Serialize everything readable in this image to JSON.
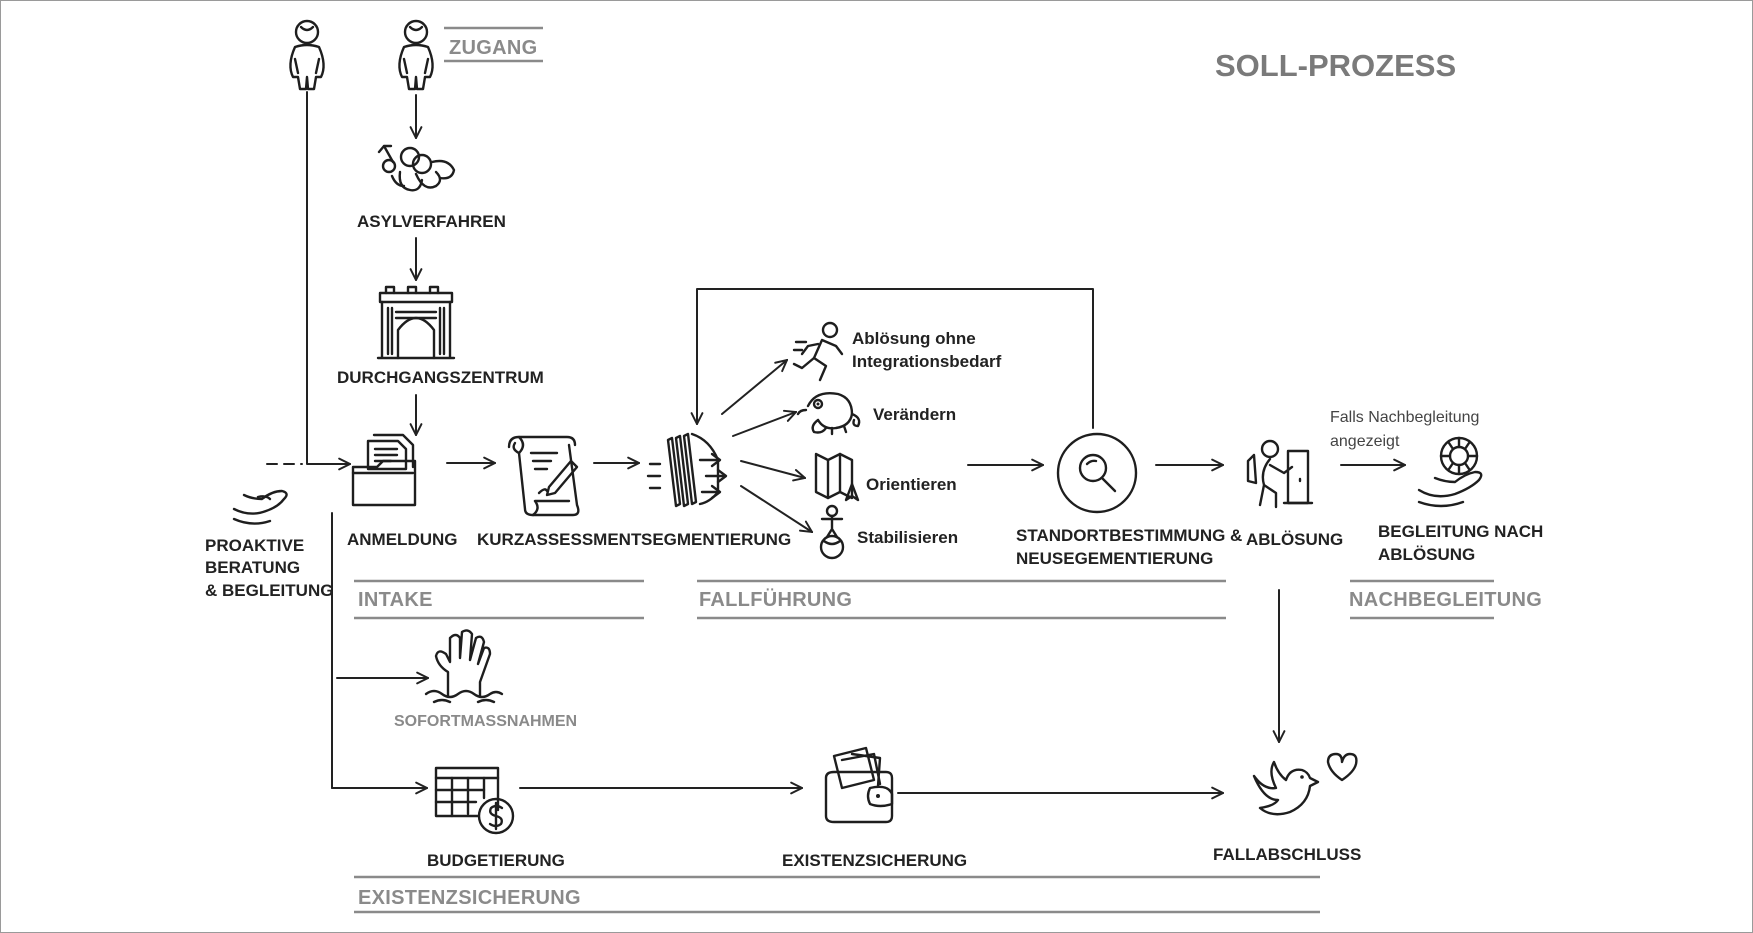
{
  "title": "SOLL-PROZESS",
  "phases": {
    "zugang": "ZUGANG",
    "intake": "INTAKE",
    "fallfuehrung": "FALLFÜHRUNG",
    "nachbegleitung": "NACHBEGLEITUNG",
    "existenzsicherung": "EXISTENZSICHERUNG"
  },
  "nodes": {
    "asylverfahren": "ASYLVERFAHREN",
    "durchgangszentrum": "DURCHGANGSZENTRUM",
    "proaktive": [
      "PROAKTIVE",
      "BERATUNG",
      "& BEGLEITUNG"
    ],
    "anmeldung": "ANMELDUNG",
    "kurzassessment": "KURZASSESSMENT",
    "segmentierung": "SEGMENTIERUNG",
    "abloesung_ohne": [
      "Ablösung ohne",
      "Integrationsbedarf"
    ],
    "veraendern": "Verändern",
    "orientieren": "Orientieren",
    "stabilisieren": "Stabilisieren",
    "standort": [
      "STANDORTBESTIMMUNG &",
      "NEUSEGEMENTIERUNG"
    ],
    "abloesung": "ABLÖSUNG",
    "nachbegleitung_note": [
      "Falls Nachbegleitung",
      "angezeigt"
    ],
    "begleitung_nach": [
      "BEGLEITUNG NACH",
      "ABLÖSUNG"
    ],
    "sofortmassnahmen": "SOFORTMASSNAHMEN",
    "budgetierung": "BUDGETIERUNG",
    "existenzsicherung": "EXISTENZSICHERUNG",
    "fallabschluss": "FALLABSCHLUSS"
  },
  "icons": {
    "person_left": "person-icon",
    "person_right": "person-icon",
    "asyl": "family-journey-icon",
    "durchgang": "building-arch-icon",
    "proaktiv": "helping-hand-icon",
    "anmeldung": "folder-documents-icon",
    "kurzassessment": "scroll-pen-icon",
    "segmentierung": "layers-sort-icon",
    "abloesung_ohne": "runner-icon",
    "veraendern": "chameleon-icon",
    "orientieren": "map-icon",
    "stabilisieren": "balance-ball-icon",
    "standort": "magnifier-icon",
    "abloesung": "person-door-icon",
    "begleitung_nach": "hand-lifebuoy-icon",
    "sofortmassnahmen": "drowning-hand-icon",
    "budgetierung": "calendar-dollar-icon",
    "existenzsicherung": "wallet-money-icon",
    "fallabschluss": "bird-heart-icon"
  },
  "colors": {
    "ink": "#1e1e1e",
    "muted": "#8a8a8a",
    "title": "#7a7a7a"
  }
}
